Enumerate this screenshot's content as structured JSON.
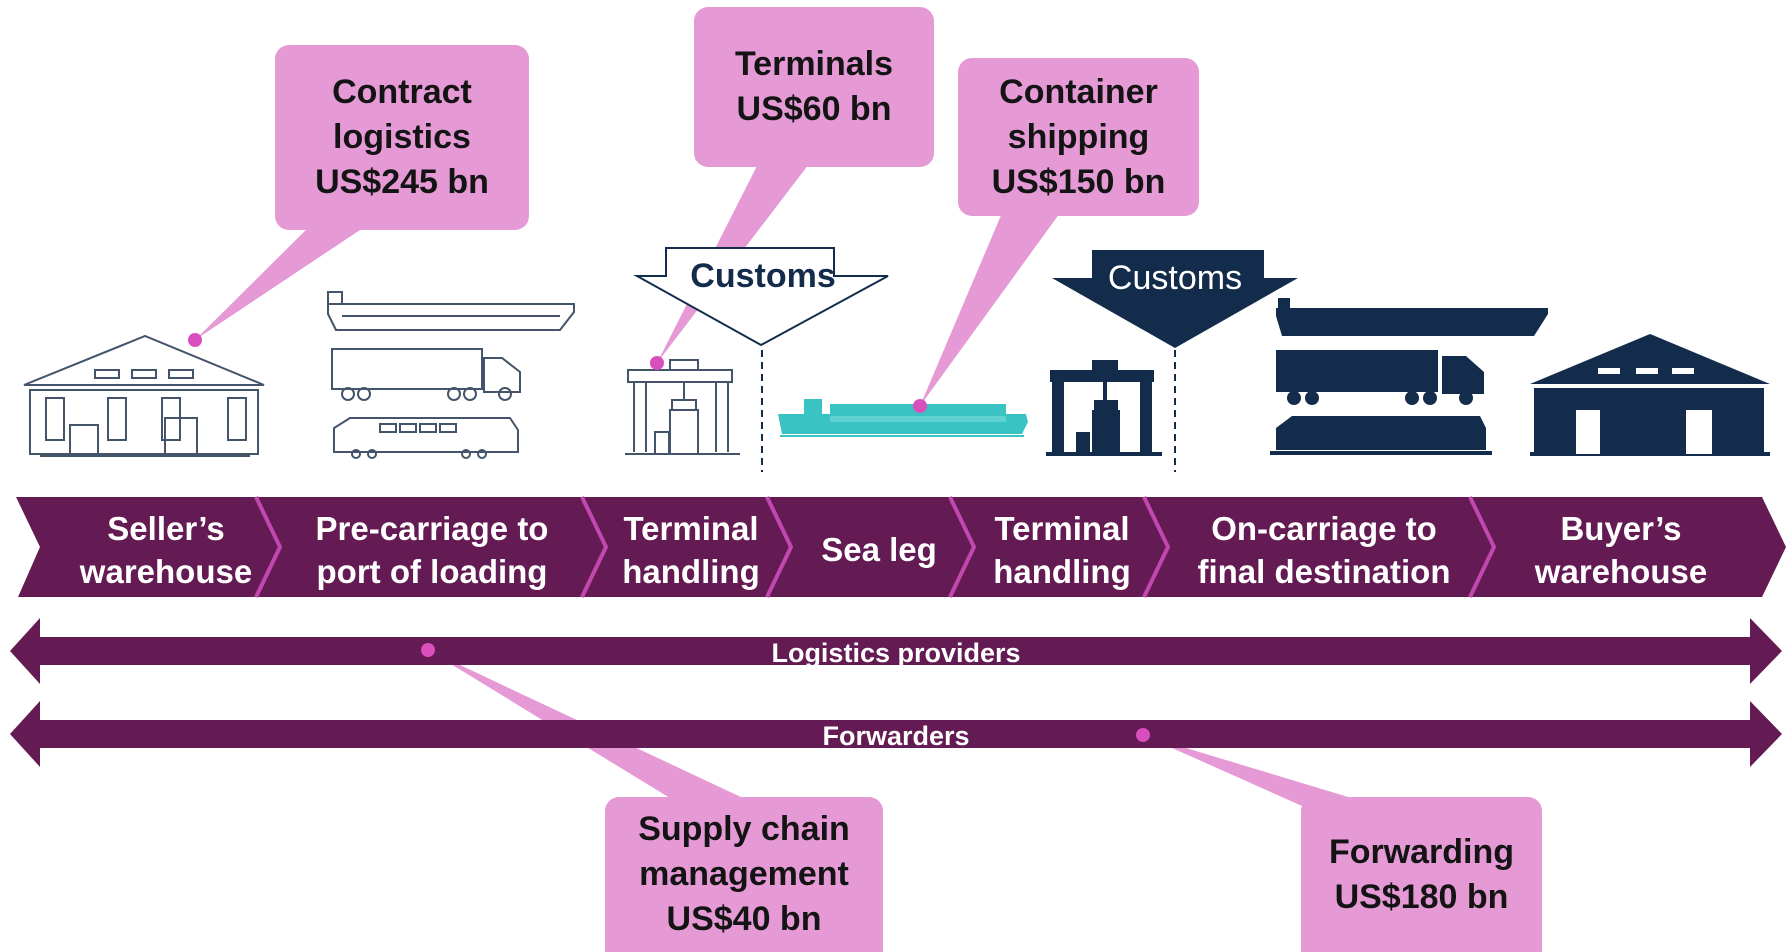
{
  "customs": {
    "left_label": "Customs",
    "right_label": "Customs"
  },
  "stages": [
    {
      "line1": "Seller’s",
      "line2": "warehouse"
    },
    {
      "line1": "Pre-carriage to",
      "line2": "port of loading"
    },
    {
      "line1": "Terminal",
      "line2": "handling"
    },
    {
      "line1": "Sea leg",
      "line2": ""
    },
    {
      "line1": "Terminal",
      "line2": "handling"
    },
    {
      "line1": "On-carriage to",
      "line2": "final destination"
    },
    {
      "line1": "Buyer’s",
      "line2": "warehouse"
    }
  ],
  "bands": [
    {
      "label": "Logistics providers"
    },
    {
      "label": "Forwarders"
    }
  ],
  "callouts": [
    {
      "lines": [
        "Contract",
        "logistics",
        "US$245 bn"
      ]
    },
    {
      "lines": [
        "Terminals",
        "US$60 bn"
      ]
    },
    {
      "lines": [
        "Container",
        "shipping",
        "US$150 bn"
      ]
    },
    {
      "lines": [
        "Supply chain",
        "management",
        "US$40 bn"
      ]
    },
    {
      "lines": [
        "Forwarding",
        "US$180 bn"
      ]
    }
  ],
  "colors": {
    "chevron": "#641a52",
    "chevron_separator": "#c248b0",
    "callout": "#e59ad6",
    "callout_dot": "#d84fbd",
    "navy": "#142c4c",
    "outline": "#44546a",
    "ship": "#39c3c2"
  }
}
